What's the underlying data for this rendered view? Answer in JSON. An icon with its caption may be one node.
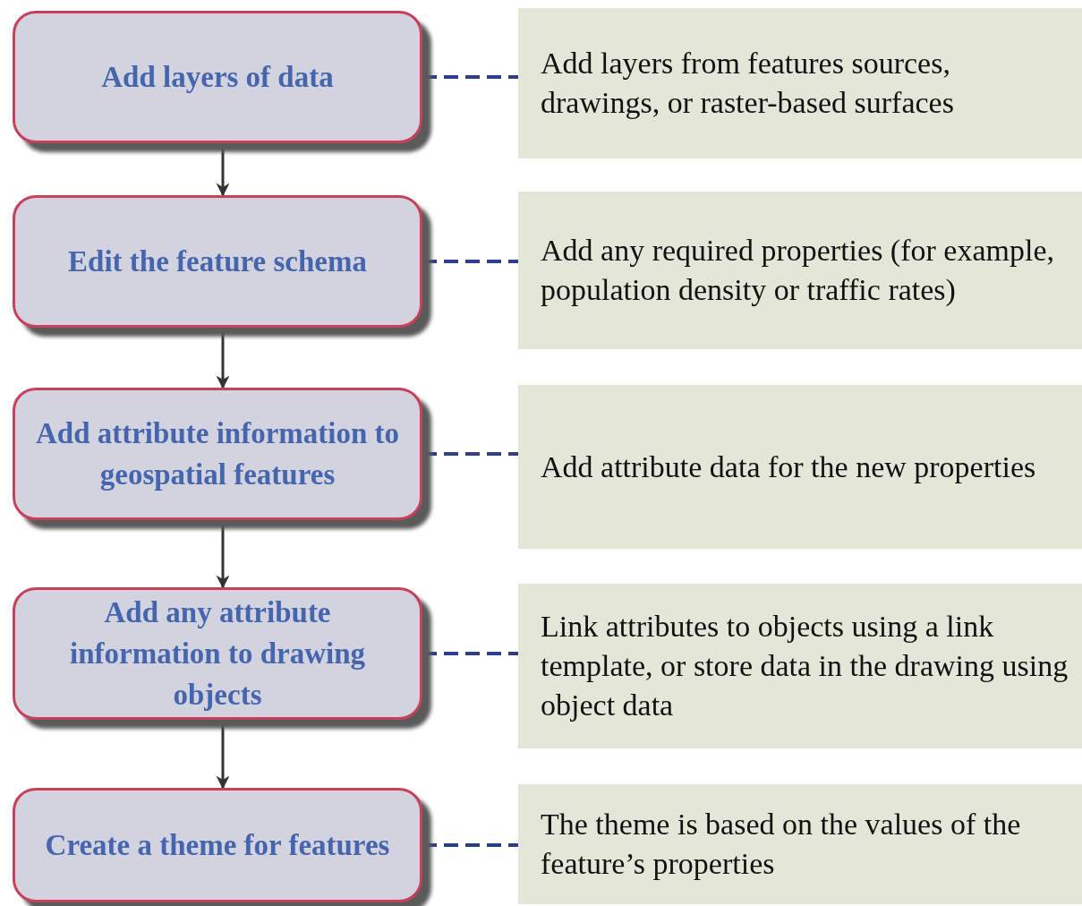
{
  "diagram": {
    "nodes": [
      {
        "text": [
          "Add layers of data"
        ]
      },
      {
        "text": [
          "Add layers from features sources, drawings, or raster-based surfaces"
        ]
      },
      {
        "text": [
          "Edit the feature schema"
        ]
      },
      {
        "text": [
          "Add any required properties (for example, population density or traffic rates)"
        ]
      },
      {
        "text": [
          "Add attribute information to geospatial features"
        ]
      },
      {
        "text": [
          "Add attribute data for the new properties"
        ]
      },
      {
        "text": [
          "Add any attribute information to drawing objects"
        ]
      },
      {
        "text": [
          "Link attributes to objects using a link template, or store data in the drawing using object data"
        ]
      },
      {
        "text": [
          "Create a theme for features"
        ]
      },
      {
        "text": [
          "The theme is based on the values of the feature’s properties"
        ]
      }
    ],
    "edges": [
      {
        "from": 0,
        "to": 2,
        "arrow": "to",
        "color": "#333333"
      },
      {
        "from": 2,
        "to": 4,
        "arrow": "to",
        "color": "#333333"
      },
      {
        "from": 4,
        "to": 6,
        "arrow": "to",
        "color": "#333333"
      },
      {
        "from": 6,
        "to": 8,
        "arrow": "to",
        "color": "#333333"
      },
      {
        "from": 0,
        "to": 1,
        "arrow": "none",
        "style": "dashed"
      },
      {
        "from": 2,
        "to": 3,
        "arrow": "none",
        "style": "dashed"
      },
      {
        "from": 4,
        "to": 5,
        "arrow": "none",
        "style": "dashed"
      },
      {
        "from": 6,
        "to": 7,
        "arrow": "none",
        "style": "dashed"
      },
      {
        "from": 8,
        "to": 9,
        "arrow": "none",
        "style": "dashed"
      }
    ]
  }
}
